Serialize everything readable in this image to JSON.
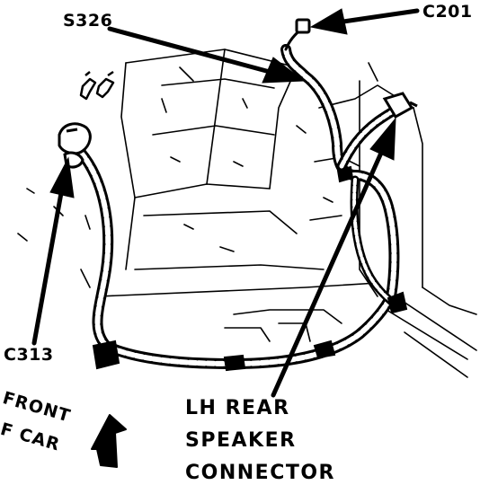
{
  "labels": {
    "s326": "S326",
    "c201": "C201",
    "c313": "C313",
    "speaker_line1": "LH REAR",
    "speaker_line2": "SPEAKER",
    "speaker_line3": "CONNECTOR",
    "front_line1": "FRONT",
    "front_line2": "OF CAR"
  },
  "colors": {
    "ink": "#000000",
    "paper": "#ffffff"
  }
}
